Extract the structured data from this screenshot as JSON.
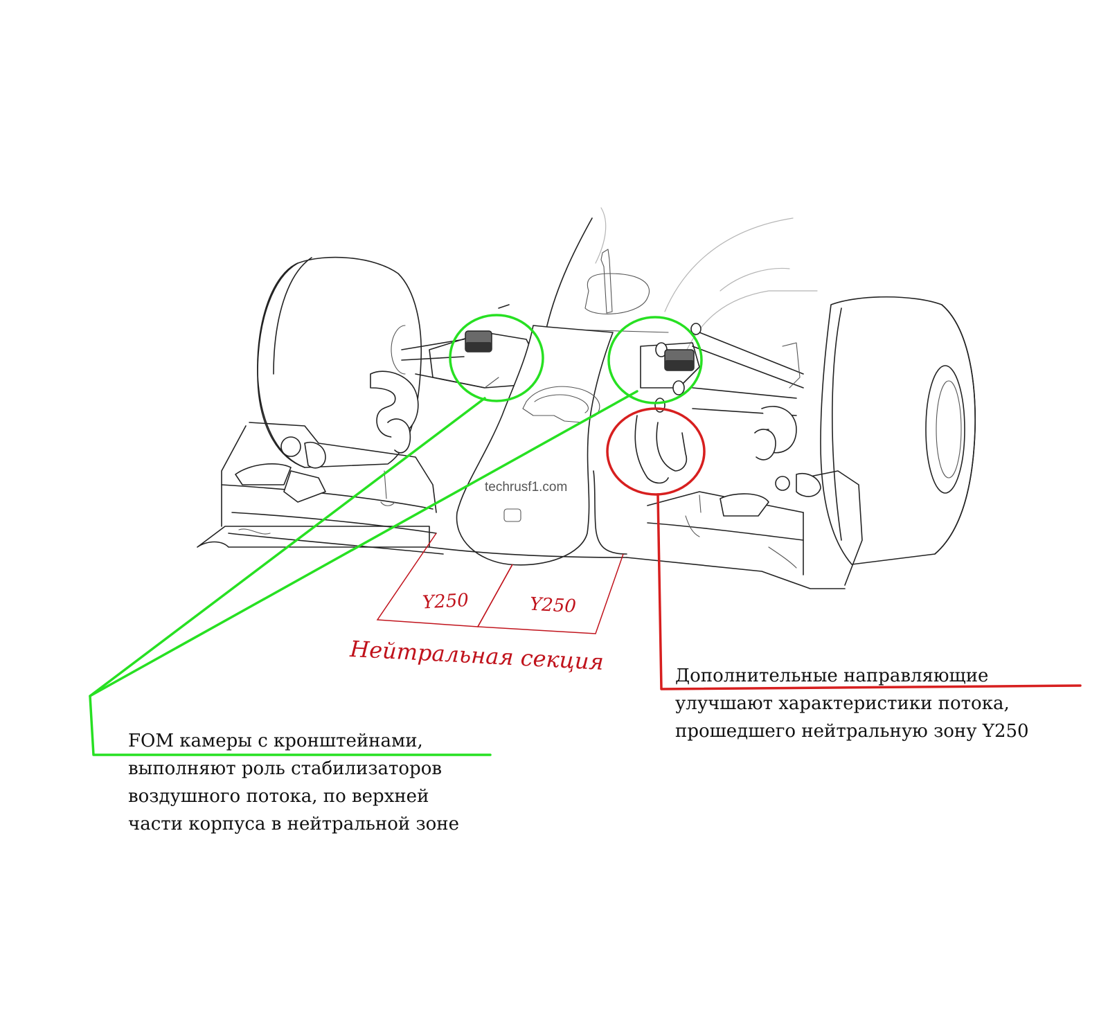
{
  "watermark": "techrusf1.com",
  "zone_labels": {
    "left": "Y250",
    "right": "Y250"
  },
  "zone_caption": "Нейтральная секция",
  "callouts": {
    "cameras": {
      "lines": [
        "FOM камеры с кронштейнами,",
        "выполняют роль стабилизаторов",
        "воздушного потока, по верхней",
        "части корпуса в нейтральной зоне"
      ]
    },
    "vanes": {
      "lines": [
        "Дополнительные направляющие",
        "улучшают характеристики потока,",
        "прошедшего нейтральную зону Y250"
      ]
    }
  },
  "colors": {
    "highlight_green": "#27e022",
    "highlight_red": "#d71f1f",
    "zone_red": "#c0121b",
    "line_art": "#222222"
  }
}
